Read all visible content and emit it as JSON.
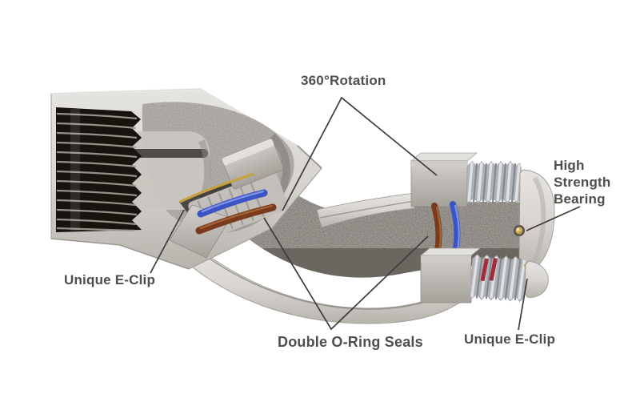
{
  "figure": {
    "alt": "Cutaway illustration of a 360-degree swivel hose fitting with annotated internal components"
  },
  "labels": {
    "rotation": "360°Rotation",
    "high_strength_bearing": "High\nStrength\nBearing",
    "unique_eclip_left": "Unique E-Clip",
    "double_oring_seals": "Double O-Ring Seals",
    "unique_eclip_right": "Unique E-Clip"
  },
  "colors": {
    "background": "#ffffff",
    "label_text": "#4f4e4c",
    "leader_line": "#3c3c3a",
    "metal_light": "#d8d5d0",
    "metal_mid": "#bdbab5",
    "metal_shadow": "#a09c96",
    "cast_dark": "#6f6b66",
    "cavity_gray": "#8f8b86",
    "thread_dark": "#17140f",
    "thread_ridge": "#a49e95",
    "steel_thread_base": "#aeb2b6",
    "steel_thread_light": "#e0e2e4",
    "steel_thread_shade": "#82868a",
    "oring_blue": "#3b53c4",
    "oring_blue_hi": "#7e93e6",
    "oring_brown": "#7a3a1d",
    "oring_brown_hi": "#a16238",
    "eclip_gold": "#c8a23e",
    "thread_marking_red": "#9e1f30"
  }
}
